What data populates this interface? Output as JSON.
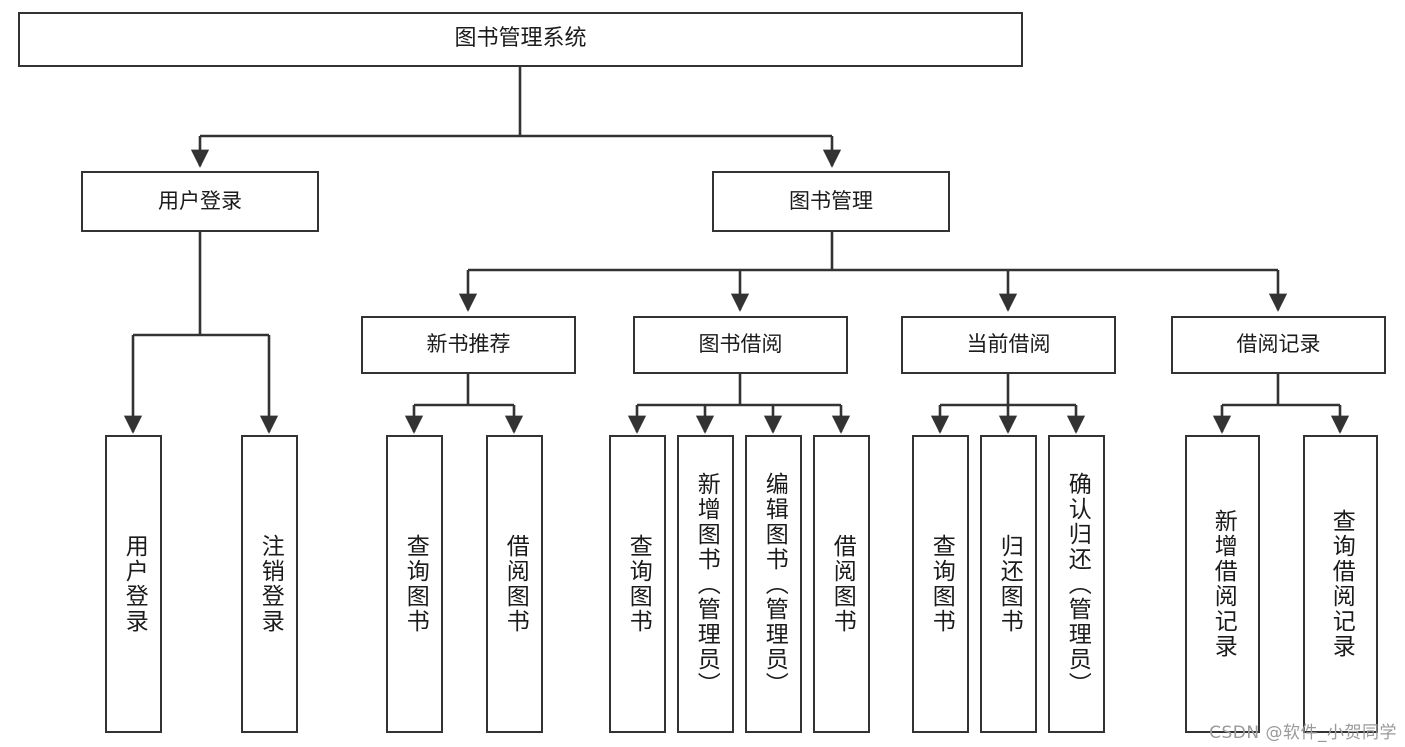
{
  "diagram": {
    "type": "tree",
    "title": "图书管理系统",
    "orientation": "top-down",
    "watermark": "CSDN @软件_小贺同学",
    "colors": {
      "stroke": "#333333",
      "fill": "#ffffff",
      "text": "#1b1b1b",
      "watermark": "#9a9a9a"
    },
    "nodes": {
      "root": {
        "label": "图书管理系统",
        "level": 1
      },
      "user_login": {
        "label": "用户登录",
        "level": 2
      },
      "book_manage": {
        "label": "图书管理",
        "level": 2
      },
      "new_book_rec": {
        "label": "新书推荐",
        "level": 3
      },
      "book_borrow": {
        "label": "图书借阅",
        "level": 3
      },
      "current_borrow": {
        "label": "当前借阅",
        "level": 3
      },
      "borrow_record": {
        "label": "借阅记录",
        "level": 3
      },
      "leaf_user_login": {
        "label": "用户登录",
        "level": 3
      },
      "leaf_user_logout": {
        "label": "注销登录",
        "level": 3
      },
      "leaf_query_book_1": {
        "label": "查询图书",
        "level": 4
      },
      "leaf_borrow_book_1": {
        "label": "借阅图书",
        "level": 4
      },
      "leaf_query_book_2": {
        "label": "查询图书",
        "level": 4
      },
      "leaf_add_book": {
        "label": "新增图书（管理员）",
        "level": 4
      },
      "leaf_edit_book": {
        "label": "编辑图书（管理员）",
        "level": 4
      },
      "leaf_borrow_book_2": {
        "label": "借阅图书",
        "level": 4
      },
      "leaf_query_book_3": {
        "label": "查询图书",
        "level": 4
      },
      "leaf_return_book": {
        "label": "归还图书",
        "level": 4
      },
      "leaf_confirm_return": {
        "label": "确认归还（管理员）",
        "level": 4
      },
      "leaf_add_record": {
        "label": "新增借阅记录",
        "level": 4
      },
      "leaf_query_record": {
        "label": "查询借阅记录",
        "level": 4
      }
    },
    "edges": [
      {
        "from": "root",
        "to": "user_login"
      },
      {
        "from": "root",
        "to": "book_manage"
      },
      {
        "from": "user_login",
        "to": "leaf_user_login"
      },
      {
        "from": "user_login",
        "to": "leaf_user_logout"
      },
      {
        "from": "book_manage",
        "to": "new_book_rec"
      },
      {
        "from": "book_manage",
        "to": "book_borrow"
      },
      {
        "from": "book_manage",
        "to": "current_borrow"
      },
      {
        "from": "book_manage",
        "to": "borrow_record"
      },
      {
        "from": "new_book_rec",
        "to": "leaf_query_book_1"
      },
      {
        "from": "new_book_rec",
        "to": "leaf_borrow_book_1"
      },
      {
        "from": "book_borrow",
        "to": "leaf_query_book_2"
      },
      {
        "from": "book_borrow",
        "to": "leaf_add_book"
      },
      {
        "from": "book_borrow",
        "to": "leaf_edit_book"
      },
      {
        "from": "book_borrow",
        "to": "leaf_borrow_book_2"
      },
      {
        "from": "current_borrow",
        "to": "leaf_query_book_3"
      },
      {
        "from": "current_borrow",
        "to": "leaf_return_book"
      },
      {
        "from": "current_borrow",
        "to": "leaf_confirm_return"
      },
      {
        "from": "borrow_record",
        "to": "leaf_add_record"
      },
      {
        "from": "borrow_record",
        "to": "leaf_query_record"
      }
    ]
  }
}
